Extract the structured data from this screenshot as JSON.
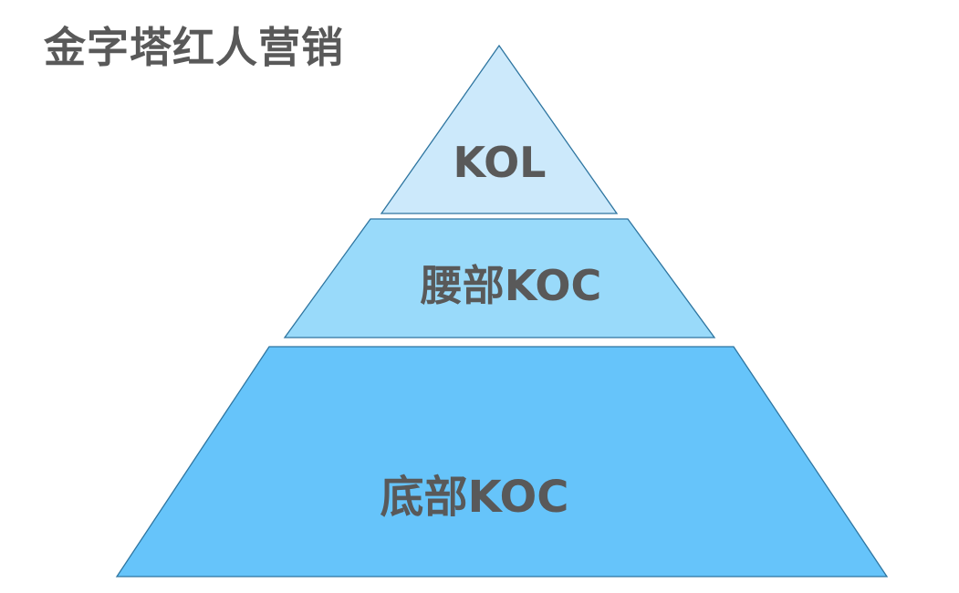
{
  "title": "金字塔红人营销",
  "pyramid": {
    "levels": [
      {
        "label": "KOL",
        "fill": "#CCE9FB"
      },
      {
        "label": "腰部KOC",
        "fill": "#99DAFA"
      },
      {
        "label": "底部KOC",
        "fill": "#66C4FA"
      }
    ],
    "stroke": "#2E75A0",
    "text_color": "#595959"
  }
}
